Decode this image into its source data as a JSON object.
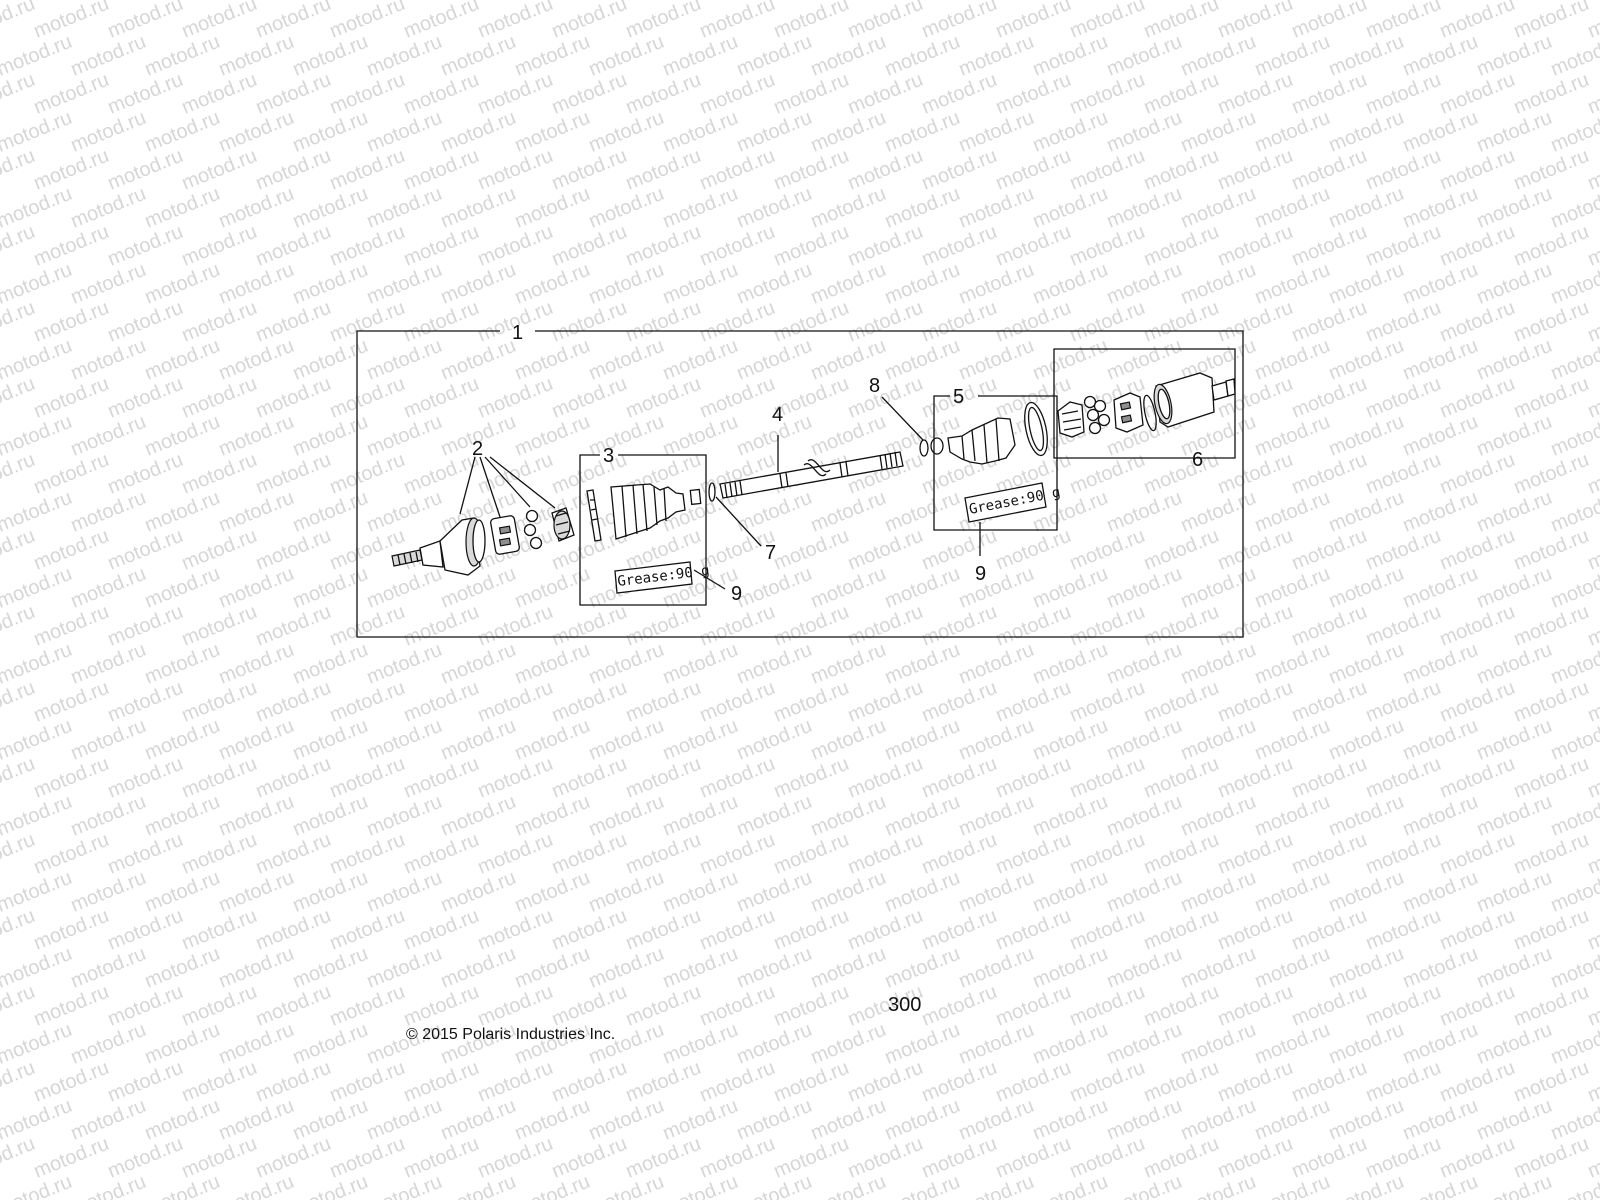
{
  "callouts": {
    "c1": "1",
    "c2": "2",
    "c3": "3",
    "c4": "4",
    "c5": "5",
    "c6": "6",
    "c7": "7",
    "c8": "8",
    "c9a": "9",
    "c9b": "9"
  },
  "grease_left": "Grease:90 g",
  "grease_right": "Grease:90 g",
  "page_number": "300",
  "copyright": "© 2015 Polaris Industries Inc.",
  "watermark": "motod.ru"
}
